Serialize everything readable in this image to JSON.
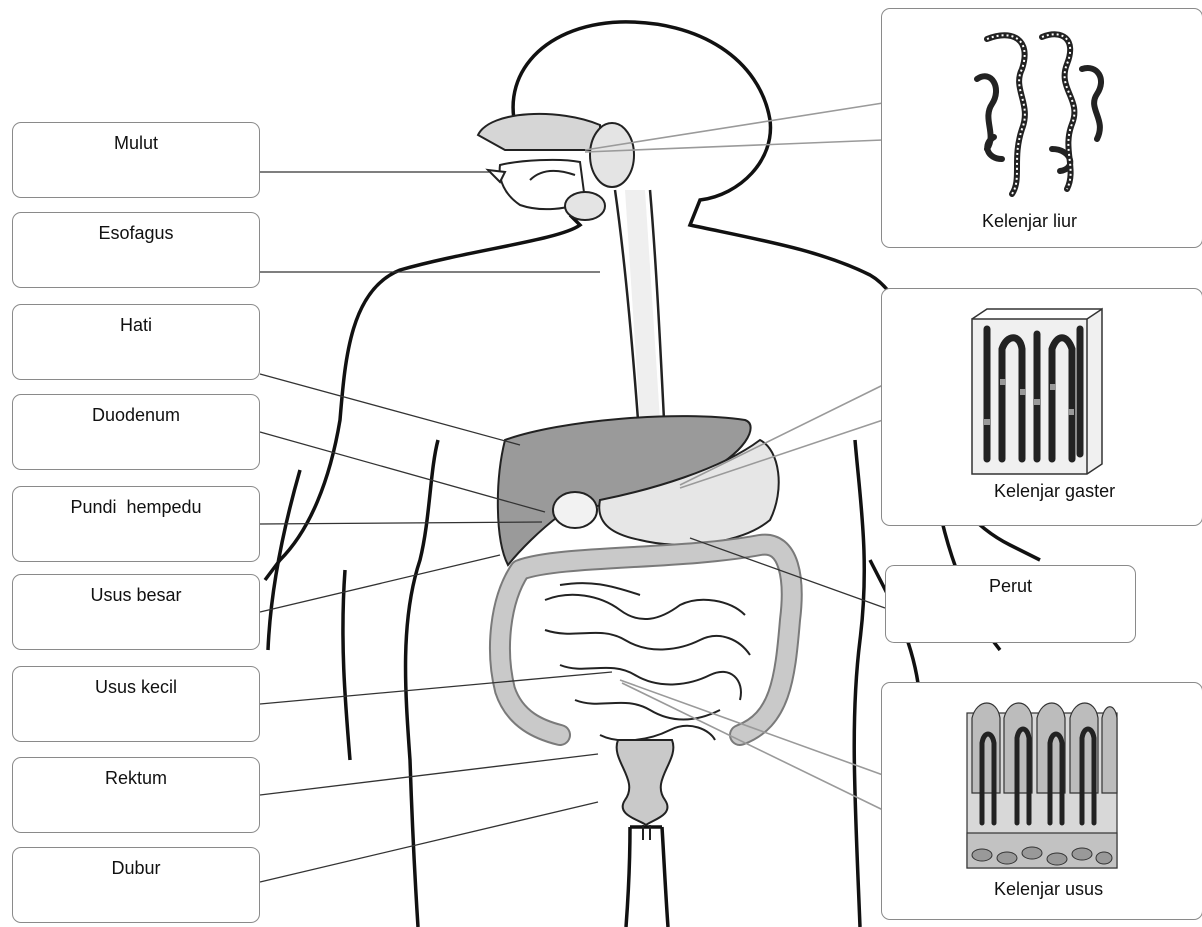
{
  "labels": {
    "mulut": "Mulut",
    "esofagus": "Esofagus",
    "hati": "Hati",
    "duodenum": "Duodenum",
    "pundi_hempedu": "Pundi  hempedu",
    "usus_besar": "Usus besar",
    "usus_kecil": "Usus kecil",
    "rektum": "Rektum",
    "dubur": "Dubur",
    "perut": "Perut"
  },
  "insets": {
    "kelenjar_liur": "Kelenjar liur",
    "kelenjar_gaster": "Kelenjar gaster",
    "kelenjar_usus": "Kelenjar usus"
  }
}
